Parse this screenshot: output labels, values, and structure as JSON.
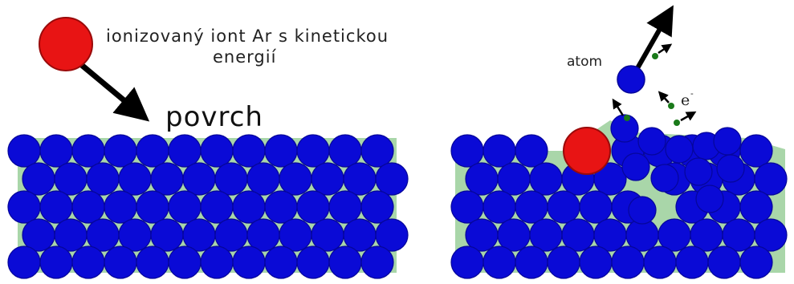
{
  "labels": {
    "ion_line1": "ionizovaný iont Ar s kinetickou",
    "ion_line2": "energií",
    "surface": "povrch",
    "atom": "atom",
    "electron": "e",
    "electron_sup": "-"
  },
  "colors": {
    "atom_fill": "#0a0ad6",
    "atom_stroke": "#06069a",
    "ion_fill": "#e81414",
    "ion_stroke": "#9a0a0a",
    "substrate": "#a9d6a9",
    "electron": "#1a7a1a",
    "arrow": "#000000"
  }
}
